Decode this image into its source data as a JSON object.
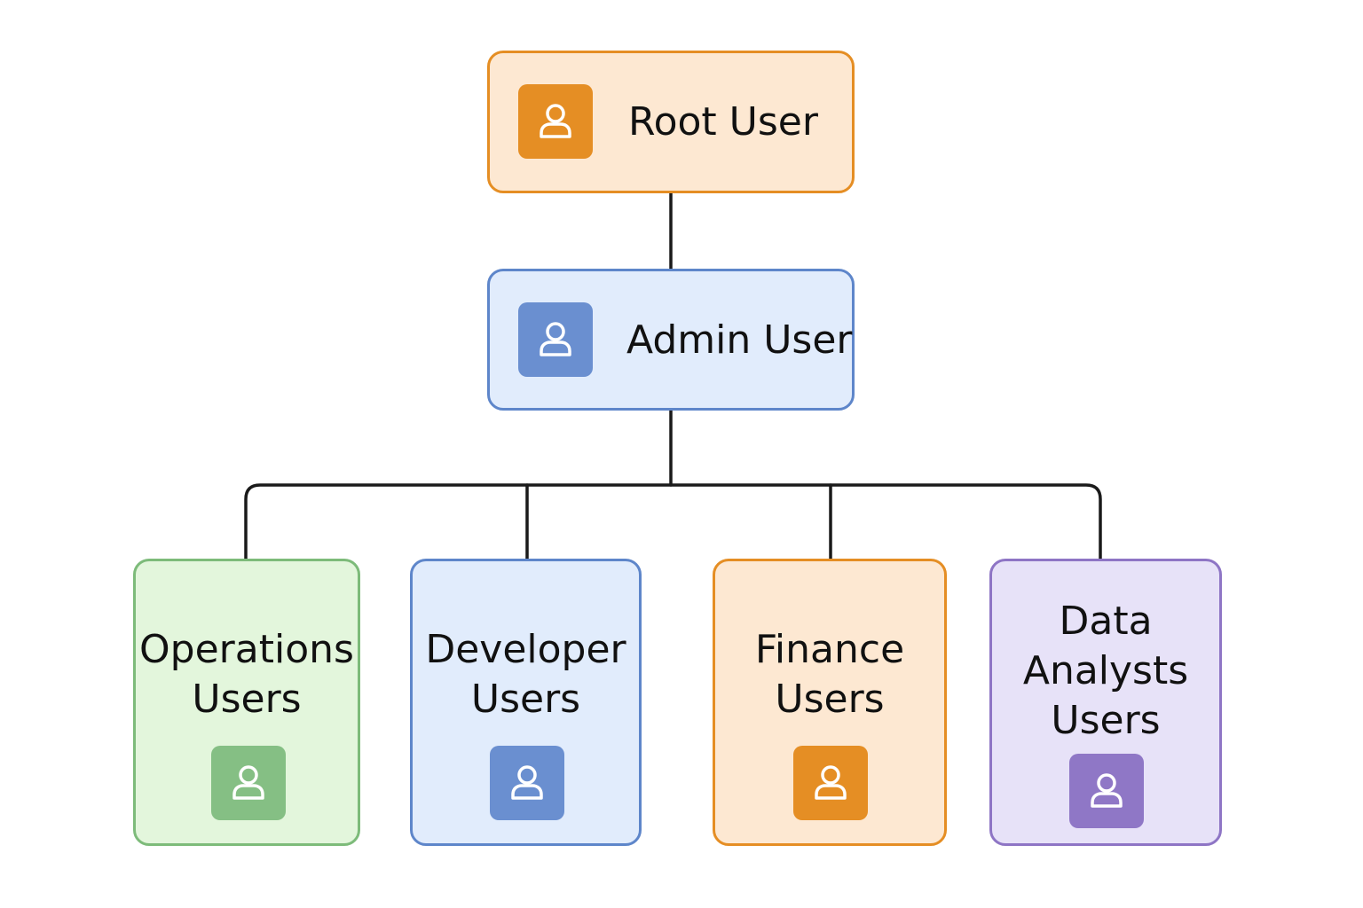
{
  "diagram": {
    "root": {
      "label": "Root User",
      "color": "#e58e24",
      "icon": "user-icon"
    },
    "admin": {
      "label": "Admin User",
      "color": "#5e86ca",
      "icon": "user-icon"
    },
    "groups": [
      {
        "lines": [
          "Operations",
          "Users"
        ],
        "color": "#7dbb7a",
        "icon": "user-icon"
      },
      {
        "lines": [
          "Developer",
          "Users"
        ],
        "color": "#5e86ca",
        "icon": "user-icon"
      },
      {
        "lines": [
          "Finance",
          "Users"
        ],
        "color": "#e58e24",
        "icon": "user-icon"
      },
      {
        "lines": [
          "Data",
          "Analysts",
          "Users"
        ],
        "color": "#8e75c5",
        "icon": "user-icon"
      }
    ]
  }
}
